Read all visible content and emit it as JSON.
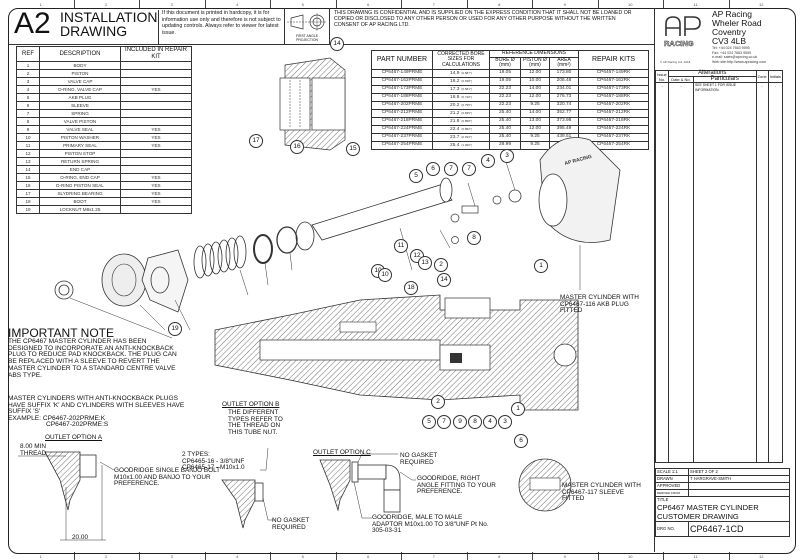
{
  "sheet": {
    "size": "A2",
    "title_line1": "INSTALLATION",
    "title_line2": "DRAWING",
    "hardcopy_notice": "If this document is printed in hardcopy, it is for information use only and therefore is not subject to updating controls. Always refer to viewer for latest issue.",
    "projection_label": "FIRST ANGLE PROJECTION",
    "confidential_notice": "THIS DRAWING IS CONFIDENTIAL AND IS SUPPLIED ON THE EXPRESS CONDITION THAT IT SHALL NOT BE LOANED OR COPIED OR DISCLOSED TO ANY OTHER PERSON OR USED FOR ANY OTHER PURPOSE WITHOUT THE WRITTEN CONSENT OF AP RACING LTD.",
    "zones_top": [
      "1",
      "2",
      "3",
      "4",
      "5",
      "6",
      "7",
      "8",
      "9",
      "10",
      "11",
      "12"
    ],
    "zones_bottom": [
      "1",
      "2",
      "3",
      "4",
      "5",
      "6",
      "7",
      "8",
      "9",
      "10",
      "11",
      "12"
    ]
  },
  "company": {
    "logo_top": "AP",
    "logo_bottom": "RACING",
    "name": "AP Racing",
    "address1": "Wheler Road",
    "address2": "Coventry",
    "postcode": "CV3 4LB",
    "tel": "Tel: +44 024 7663 9595",
    "fax": "Fax: +44 024 7663 9559",
    "email": "e-mail: sales@aprcing.co.uk",
    "web": "Web site:http://www.apracing.com",
    "copyright": "© AP Racing Ltd. 2018"
  },
  "parts_table": {
    "headers": [
      "REF",
      "DESCRIPTION",
      "INCLUDED IN REPAIR KIT"
    ],
    "rows": [
      {
        "ref": "1",
        "desc": "BODY",
        "kit": ""
      },
      {
        "ref": "2",
        "desc": "PISTON",
        "kit": ""
      },
      {
        "ref": "3",
        "desc": "VALVE CAP",
        "kit": ""
      },
      {
        "ref": "4",
        "desc": "O-RING, VALVE CAP",
        "kit": "YES"
      },
      {
        "ref": "5",
        "desc": "AKB PLUG",
        "kit": ""
      },
      {
        "ref": "6",
        "desc": "SLEEVE",
        "kit": ""
      },
      {
        "ref": "7",
        "desc": "SPRING",
        "kit": ""
      },
      {
        "ref": "8",
        "desc": "VALVE PISTON",
        "kit": ""
      },
      {
        "ref": "9",
        "desc": "VALVE SEAL",
        "kit": "YES"
      },
      {
        "ref": "10",
        "desc": "PISTON WASHER",
        "kit": "YES"
      },
      {
        "ref": "11",
        "desc": "PRIMARY SEAL",
        "kit": "YES"
      },
      {
        "ref": "12",
        "desc": "PISTON STOP",
        "kit": ""
      },
      {
        "ref": "13",
        "desc": "RETURN SPRING",
        "kit": ""
      },
      {
        "ref": "14",
        "desc": "END CAP",
        "kit": ""
      },
      {
        "ref": "15",
        "desc": "O-RING, END CAP",
        "kit": "YES"
      },
      {
        "ref": "16",
        "desc": "D-RING PISTON SEAL",
        "kit": "YES"
      },
      {
        "ref": "17",
        "desc": "SLYDRING BEARING",
        "kit": "YES"
      },
      {
        "ref": "18",
        "desc": "BOOT",
        "kit": "YES"
      },
      {
        "ref": "19",
        "desc": "LOCKNUT M8x1.25",
        "kit": ""
      }
    ]
  },
  "reference_table": {
    "headers": {
      "part_number": "PART NUMBER",
      "corrected_bore": "CORRECTED BORE SIZES FOR CALCULATIONS",
      "reference_dimensions": "REFERENCE DIMENSIONS",
      "bore": "BORE Ø (mm)",
      "piston": "PISTON Ø (mm)",
      "area": "AREA (mm²)",
      "repair_kits": "REPAIR KITS"
    },
    "rows": [
      {
        "part": "CP6467-149PRME",
        "corr": "14.9",
        "corr_in": "(0.587\")",
        "bore": "19.05",
        "piston": "12.00",
        "area": "173.80",
        "kit": "CP6467-149RK"
      },
      {
        "part": "CP6467-162PRME",
        "corr": "16.2",
        "corr_in": "(0.638\")",
        "bore": "19.05",
        "piston": "10.00",
        "area": "206.48",
        "kit": "CP6467-162RK"
      },
      {
        "part": "CP6467-173PRME",
        "corr": "17.3",
        "corr_in": "(0.681\")",
        "bore": "22.23",
        "piston": "14.00",
        "area": "234.01",
        "kit": "CP6467-173RK"
      },
      {
        "part": "CP6467-188PRME",
        "corr": "18.8",
        "corr_in": "(0.740\")",
        "bore": "22.23",
        "piston": "12.00",
        "area": "276.73",
        "kit": "CP6467-188RK"
      },
      {
        "part": "CP6467-202PRME",
        "corr": "20.2",
        "corr_in": "(0.795\")",
        "bore": "22.23",
        "piston": "9.25",
        "area": "320.74",
        "kit": "CP6467-202RK"
      },
      {
        "part": "CP6467-212PRME",
        "corr": "21.2",
        "corr_in": "(0.835\")",
        "bore": "25.40",
        "piston": "14.00",
        "area": "352.77",
        "kit": "CP6467-212RK"
      },
      {
        "part": "CP6467-218PRME",
        "corr": "21.8",
        "corr_in": "(0.858\")",
        "bore": "25.40",
        "piston": "13.00",
        "area": "373.98",
        "kit": "CP6467-218RK"
      },
      {
        "part": "CP6467-224PRME",
        "corr": "22.4",
        "corr_in": "(0.882\")",
        "bore": "25.40",
        "piston": "12.00",
        "area": "395.49",
        "kit": "CP6467-224RK"
      },
      {
        "part": "CP6467-237PRME",
        "corr": "23.7",
        "corr_in": "(0.933\")",
        "bore": "25.40",
        "piston": "9.25",
        "area": "439.51",
        "kit": "CP6467-237RK"
      },
      {
        "part": "CP6467-254PRME",
        "corr": "25.4",
        "corr_in": "(1.000\")",
        "bore": "28.99",
        "piston": "9.25",
        "area": "504.93",
        "kit": "CP6467-254RK"
      }
    ]
  },
  "alterations": {
    "title": "Alterations",
    "headers": {
      "issue": "Issue No.",
      "date": "Date & No.",
      "particulars": "Particulars",
      "zone": "Zone",
      "initials": "Initials"
    },
    "rows": [
      {
        "issue": "-",
        "date": "-",
        "particulars": "SEE SHEET 1 FOR ISSUE INFORMATION.",
        "zone": "-",
        "initials": "-"
      }
    ]
  },
  "title_block": {
    "scale": "SCALE 1:1",
    "sheet": "SHEET 2 OF 2",
    "drawn_label": "DRAWN",
    "drawn_by": "T HARGRAVE-SMITH",
    "approved_label": "APPROVED",
    "approved_by": "",
    "derived_label": "DERIVED FROM",
    "derived_from": "",
    "title_label": "TITLE",
    "title_line1": "CP6467 MASTER CYLINDER",
    "title_line2": "CUSTOMER DRAWING",
    "drg_label": "DRG NO.",
    "drg_no": "CP6467-1CD"
  },
  "notes": {
    "important_heading": "IMPORTANT NOTE",
    "important_text": "THE CP6467 MASTER CYLINDER HAS BEEN DESIGNED TO INCORPORATE AN ANTI-KNOCKBACK PLUG TO REDUCE PAD KNOCKBACK. THE PLUG CAN BE REPLACED WITH A SLEEVE TO REVERT THE MASTER CYLINDER TO A STANDARD CENTRE VALVE ABS TYPE.",
    "suffix_text": "MASTER CYLINDERS WITH ANTI-KNOCKBACK PLUGS HAVE SUFFIX 'K' AND CYLINDERS WITH SLEEVES HAVE SUFFIX 'S'",
    "example_label": "EXAMPLE:",
    "example_1": "CP6467-202PRME:K",
    "example_2": "CP6467-202PRME:S"
  },
  "outlets": {
    "a": {
      "title": "OUTLET OPTION A",
      "thread_note": "8.00 MIN THREAD",
      "dimension": "20.00",
      "callout": "GOODRIDGE SINGLE BANJO BOLT M10x1.00 AND BANJO TO YOUR PREFERENCE."
    },
    "b": {
      "title": "OUTLET OPTION B",
      "note": "THE DIFFERENT TYPES REFER TO THE THREAD ON THIS TUBE NUT.",
      "types": "2 TYPES:",
      "type1": "CP6465-16 - 3/8\"UNF",
      "type2": "CP6465-17 - M10x1.0",
      "gasket": "NO GASKET REQUIRED"
    },
    "c": {
      "title": "OUTLET OPTION C",
      "gasket": "NO GASKET REQUIRED",
      "fitting": "GOODRIDGE, RIGHT ANGLE FITTING TO YOUR PREFERENCE.",
      "adaptor": "GOODRIDGE, MALE TO MALE ADAPTOR M10x1.00 TO 3/8\"UNF Pt No. 305-03-31"
    }
  },
  "assembly_labels": {
    "akb": "MASTER CYLINDER WITH CP6467-116 AKB PLUG FITTED",
    "sleeve": "MASTER CYLINDER WITH CP6467-117 SLEEVE FITTED"
  },
  "callouts": {
    "detail": [
      "14",
      "15",
      "16",
      "17"
    ],
    "exploded": [
      "1",
      "2",
      "3",
      "4",
      "5",
      "6",
      "7",
      "7",
      "8",
      "10",
      "11",
      "12",
      "13",
      "14",
      "18",
      "19"
    ],
    "section": [
      "1",
      "2",
      "10",
      "5",
      "7",
      "9",
      "8",
      "4",
      "3",
      "6"
    ]
  }
}
